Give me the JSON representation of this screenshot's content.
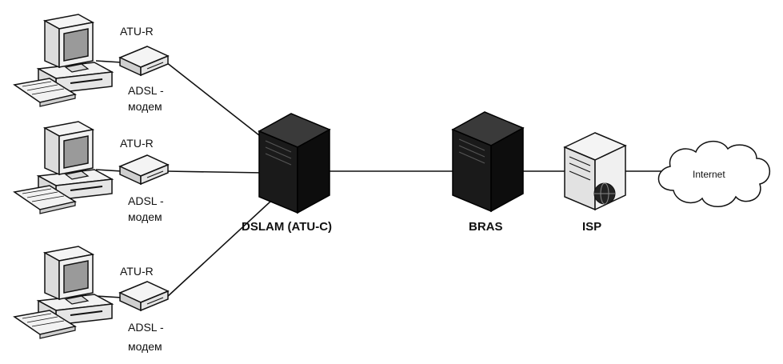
{
  "colors": {
    "ink": "#111111",
    "dark_case": "#1a1a1a",
    "light_case": "#f2f2f2",
    "screen": "#9a9a9a"
  },
  "icons": {
    "client_pc": "desktop-computer-icon",
    "modem": "adsl-modem-icon",
    "dslam": "server-tower-icon",
    "bras": "server-tower-icon",
    "isp": "web-server-icon",
    "internet": "cloud-icon"
  },
  "clients": [
    {
      "atu_label": "ATU-R",
      "modem_line1": "ADSL -",
      "modem_line2": "модем"
    },
    {
      "atu_label": "ATU-R",
      "modem_line1": "ADSL -",
      "modem_line2": "модем"
    },
    {
      "atu_label": "ATU-R",
      "modem_line1": "ADSL -",
      "modem_line2": "модем"
    }
  ],
  "nodes": {
    "dslam": {
      "label": "DSLAM (ATU-C)"
    },
    "bras": {
      "label": "BRAS"
    },
    "isp": {
      "label": "ISP"
    },
    "internet": {
      "label": "Internet"
    }
  }
}
